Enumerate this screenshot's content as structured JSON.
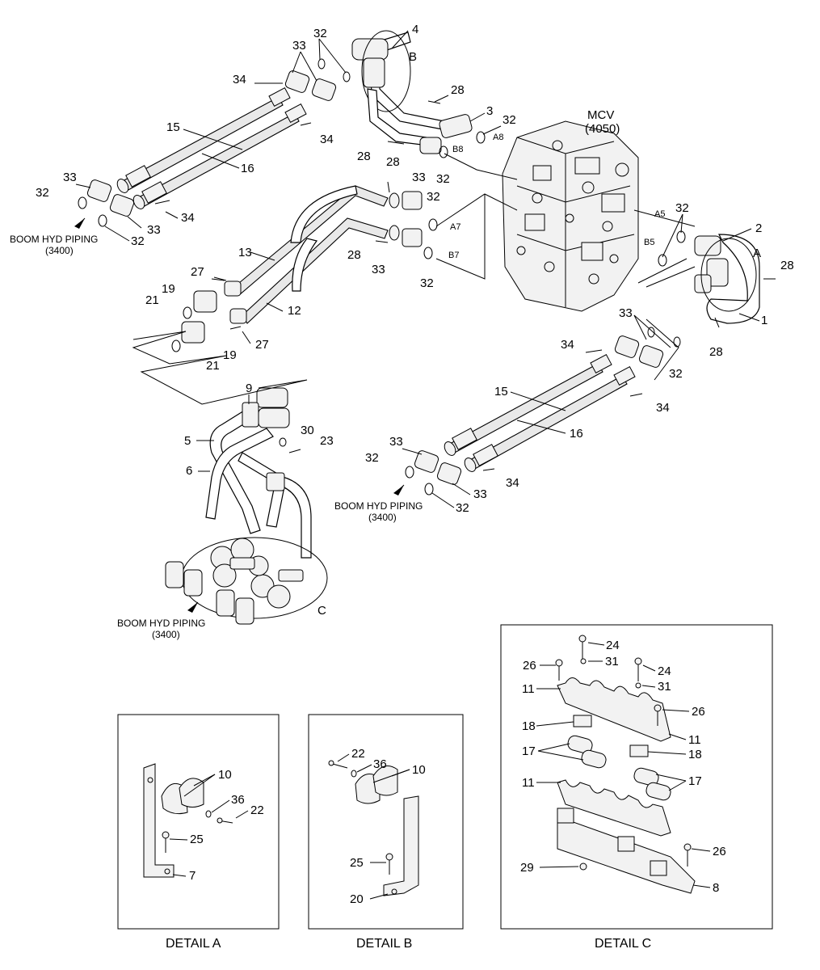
{
  "callouts": {
    "n32a": "32",
    "n4": "4",
    "nB": "B",
    "n33a": "33",
    "n34a": "34",
    "n28a": "28",
    "n3": "3",
    "n32b": "32",
    "nA8": "A8",
    "nMCV": "MCV",
    "nMCVcode": "(4050)",
    "n34b": "34",
    "n28b": "28",
    "nB8": "B8",
    "n32c": "32",
    "n15a": "15",
    "n16a": "16",
    "n33b": "33",
    "n32d": "32",
    "n34c": "34",
    "n33c": "33",
    "n32e": "32",
    "n28c": "28",
    "n33d": "33",
    "n32f": "32",
    "nA7": "A7",
    "nB7": "B7",
    "n32g": "32",
    "n28d": "28",
    "n33e": "33",
    "n13": "13",
    "n27a": "27",
    "n19a": "19",
    "n21a": "21",
    "n12": "12",
    "n27b": "27",
    "n19b": "19",
    "n21b": "21",
    "nA5": "A5",
    "n32h": "32",
    "n2": "2",
    "nA": "A",
    "n28e": "28",
    "nB5": "B5",
    "n1": "1",
    "n28f": "28",
    "n33f": "33",
    "n34d": "34",
    "n32i": "32",
    "n15b": "15",
    "n34e": "34",
    "n16b": "16",
    "n9": "9",
    "n5": "5",
    "n30": "30",
    "n23": "23",
    "n6": "6",
    "n33g": "33",
    "n32j": "32",
    "n34f": "34",
    "n33h": "33",
    "n32k": "32",
    "nC": "C"
  },
  "notes": {
    "boom1_line1": "BOOM HYD PIPING",
    "boom1_line2": "(3400)",
    "boom2_line1": "BOOM HYD PIPING",
    "boom2_line2": "(3400)",
    "boom3_line1": "BOOM HYD PIPING",
    "boom3_line2": "(3400)"
  },
  "detail_a": {
    "caption": "DETAIL A",
    "n10": "10",
    "n36": "36",
    "n22": "22",
    "n25": "25",
    "n7": "7"
  },
  "detail_b": {
    "caption": "DETAIL B",
    "n22": "22",
    "n36": "36",
    "n10": "10",
    "n25": "25",
    "n20": "20"
  },
  "detail_c": {
    "caption": "DETAIL C",
    "n24a": "24",
    "n26a": "26",
    "n31a": "31",
    "n24b": "24",
    "n11a": "11",
    "n31b": "31",
    "n26b": "26",
    "n18a": "18",
    "n11b": "11",
    "n17a": "17",
    "n18b": "18",
    "n11c": "11",
    "n17b": "17",
    "n26c": "26",
    "n29": "29",
    "n8": "8"
  }
}
